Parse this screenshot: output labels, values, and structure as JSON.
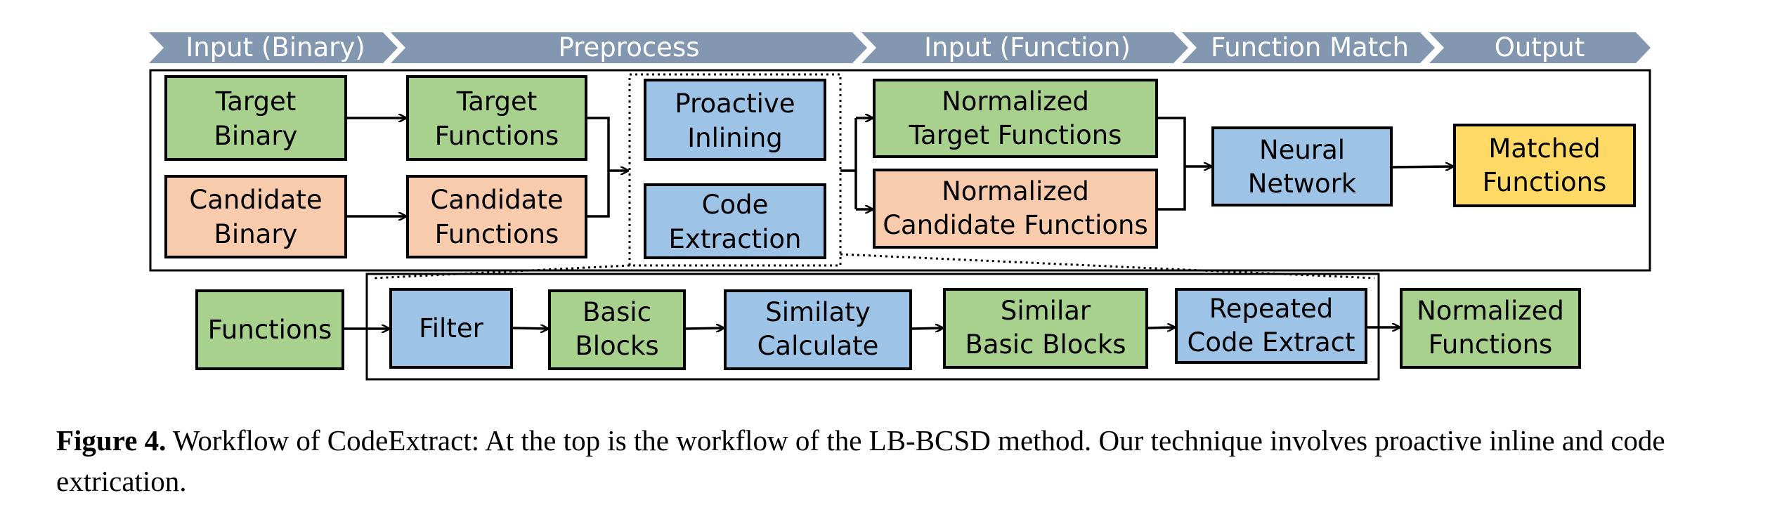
{
  "stages": [
    "Input (Binary)",
    "Preprocess",
    "Input (Function)",
    "Function Match",
    "Output"
  ],
  "top": {
    "target_binary": [
      "Target",
      "Binary"
    ],
    "candidate_binary": [
      "Candidate",
      "Binary"
    ],
    "target_functions": [
      "Target",
      "Functions"
    ],
    "candidate_functions": [
      "Candidate",
      "Functions"
    ],
    "proactive_inlining": [
      "Proactive",
      "Inlining"
    ],
    "code_extraction": [
      "Code",
      "Extraction"
    ],
    "normalized_target": [
      "Normalized",
      "Target Functions"
    ],
    "normalized_candidate": [
      "Normalized",
      "Candidate Functions"
    ],
    "neural_network": [
      "Neural",
      "Network"
    ],
    "matched_functions": [
      "Matched",
      "Functions"
    ]
  },
  "bottom": {
    "functions": [
      "Functions"
    ],
    "filter": [
      "Filter"
    ],
    "basic_blocks": [
      "Basic",
      "Blocks"
    ],
    "similarity": [
      "Similaty",
      "Calculate"
    ],
    "similar_blocks": [
      "Similar",
      "Basic Blocks"
    ],
    "repeated": [
      "Repeated",
      "Code Extract"
    ],
    "normalized_functions": [
      "Normalized",
      "Functions"
    ]
  },
  "colors": {
    "stage": "#8497b0",
    "green": "#a9d18e",
    "orange": "#f8cbad",
    "blue": "#9dc3e6",
    "yellow": "#ffd966"
  },
  "caption": {
    "label": "Figure 4.",
    "text": " Workflow of CodeExtract: At the top is the workflow of the LB-BCSD method. Our technique involves proactive inline and code extrication."
  }
}
